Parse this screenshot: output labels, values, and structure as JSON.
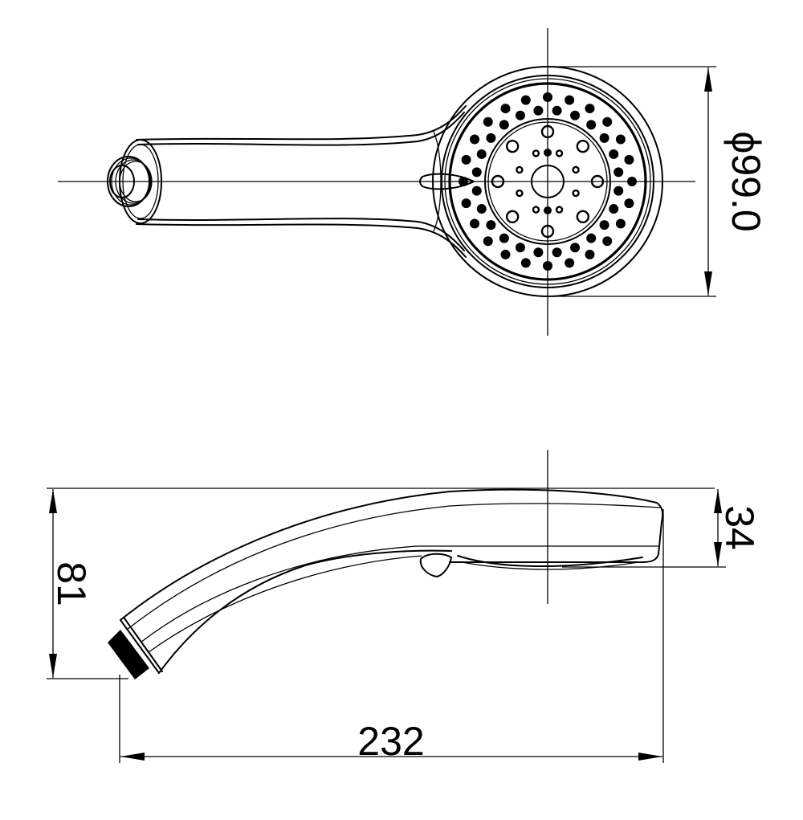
{
  "drawing": {
    "subject": "Hand shower head technical drawing",
    "views": [
      {
        "name": "front-view",
        "description": "Face view of shower head with spray nozzle pattern"
      },
      {
        "name": "side-view",
        "description": "Side elevation of shower head"
      }
    ],
    "dimensions": {
      "head_diameter": "ϕ99.0",
      "height": "81",
      "head_thickness": "34",
      "overall_length": "232"
    },
    "colors": {
      "line": "#000000",
      "background": "#ffffff"
    }
  }
}
